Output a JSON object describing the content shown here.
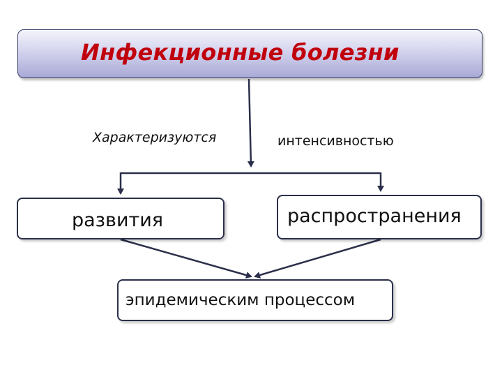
{
  "title": "Инфекционные болезни",
  "labels": {
    "left": "Характеризуются",
    "right": "интенсивностью"
  },
  "boxes": {
    "left": "развития",
    "right": "распространения",
    "bottom": "эпидемическим процессом"
  },
  "colors": {
    "title_text": "#c0000c",
    "title_fill": "#c8c8ea",
    "border": "#2b2f4a",
    "connector": "#2b2f4a"
  }
}
